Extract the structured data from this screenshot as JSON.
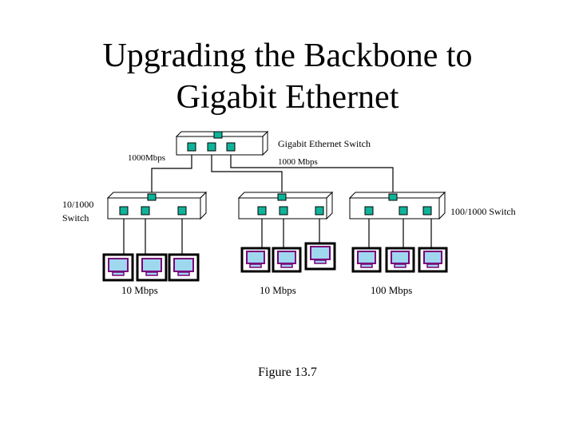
{
  "title": {
    "line1": "Upgrading the Backbone to",
    "line2": "Gigabit Ethernet"
  },
  "diagram": {
    "core_switch_label": "Gigabit Ethernet Switch",
    "uplink_left_label": "1000Mbps",
    "uplink_right_label": "1000 Mbps",
    "left_switch_label_line1": "10/1000",
    "left_switch_label_line2": "Switch",
    "right_switch_label": "100/1000 Switch",
    "group_left_speed": "10 Mbps",
    "group_middle_speed": "10 Mbps",
    "group_right_speed": "100 Mbps",
    "colors": {
      "port": "#10b39a",
      "frame": "#000000",
      "monitor_left_frame": "#7a007a",
      "screen": "#9fd7ef"
    }
  },
  "caption": "Figure 13.7"
}
